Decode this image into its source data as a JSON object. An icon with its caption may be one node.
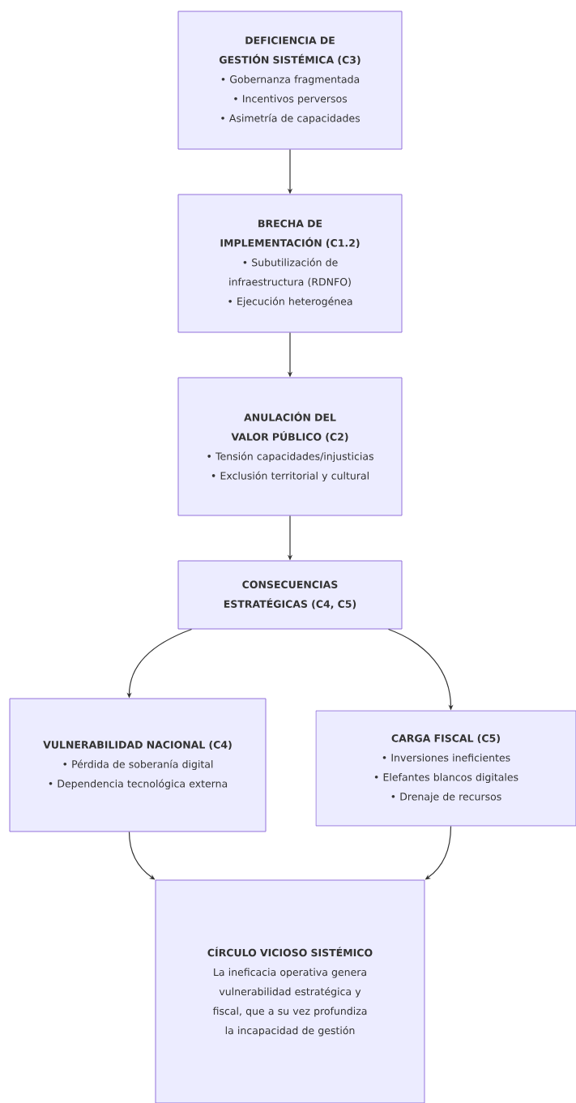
{
  "diagram": {
    "nodes": [
      {
        "text": [
          "DEFICIENCIA DE GESTIÓN SISTÉMICA (C3)",
          "• Gobernanza fragmentada",
          "• Incentivos perversos",
          "• Asimetría de capacidades"
        ]
      },
      {
        "text": [
          "BRECHA DE IMPLEMENTACIÓN (C1.2)",
          "• Subutilización de infraestructura (RDNFO)",
          "• Ejecución heterogénea"
        ]
      },
      {
        "text": [
          "ANULACIÓN DEL VALOR PÚBLICO (C2)",
          "• Tensión capacidades/injusticias",
          "• Exclusión territorial y cultural"
        ]
      },
      {
        "text": [
          "CONSECUENCIAS ESTRATÉGICAS (C4, C5)"
        ]
      },
      {
        "text": [
          "VULNERABILIDAD NACIONAL (C4)",
          "• Pérdida de soberanía digital",
          "• Dependencia tecnológica externa"
        ]
      },
      {
        "text": [
          "CARGA FISCAL (C5)",
          "• Inversiones ineficientes",
          "• Elefantes blancos digitales",
          "• Drenaje de recursos"
        ]
      },
      {
        "text": [
          "CÍRCULO VICIOSO SISTÉMICO",
          "La ineficacia operativa genera vulnerabilidad estratégica y fiscal, que a su vez profundiza la incapacidad de gestión"
        ]
      }
    ],
    "edges": [
      {
        "from": 0,
        "to": 1,
        "arrow": "to"
      },
      {
        "from": 1,
        "to": 2,
        "arrow": "to"
      },
      {
        "from": 2,
        "to": 3,
        "arrow": "to"
      },
      {
        "from": 3,
        "to": 4,
        "arrow": "to"
      },
      {
        "from": 3,
        "to": 5,
        "arrow": "to"
      },
      {
        "from": 4,
        "to": 6,
        "arrow": "to"
      },
      {
        "from": 5,
        "to": 6,
        "arrow": "to"
      }
    ]
  }
}
